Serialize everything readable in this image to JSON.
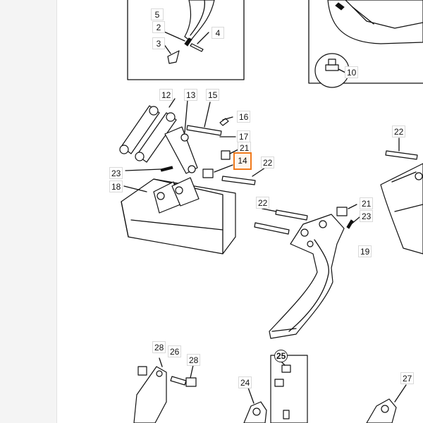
{
  "colors": {
    "highlight": "#f07a1c",
    "ink": "#111111",
    "gutter": "#f4f4f4"
  },
  "callouts": [
    {
      "id": "c5",
      "label": "5"
    },
    {
      "id": "c2",
      "label": "2"
    },
    {
      "id": "c4",
      "label": "4"
    },
    {
      "id": "c3",
      "label": "3"
    },
    {
      "id": "c10",
      "label": "10"
    },
    {
      "id": "c12",
      "label": "12"
    },
    {
      "id": "c13",
      "label": "13"
    },
    {
      "id": "c15",
      "label": "15"
    },
    {
      "id": "c16",
      "label": "16"
    },
    {
      "id": "c17",
      "label": "17"
    },
    {
      "id": "c21a",
      "label": "21"
    },
    {
      "id": "c14",
      "label": "14",
      "selected": true
    },
    {
      "id": "c22a",
      "label": "22"
    },
    {
      "id": "c23a",
      "label": "23"
    },
    {
      "id": "c18",
      "label": "18"
    },
    {
      "id": "c22b",
      "label": "22"
    },
    {
      "id": "c22c",
      "label": "22"
    },
    {
      "id": "c21b",
      "label": "21"
    },
    {
      "id": "c23b",
      "label": "23"
    },
    {
      "id": "c19",
      "label": "19"
    },
    {
      "id": "c28a",
      "label": "28"
    },
    {
      "id": "c26",
      "label": "26"
    },
    {
      "id": "c28b",
      "label": "28"
    },
    {
      "id": "c25",
      "label": "25"
    },
    {
      "id": "c24",
      "label": "24"
    },
    {
      "id": "c27",
      "label": "27"
    }
  ]
}
